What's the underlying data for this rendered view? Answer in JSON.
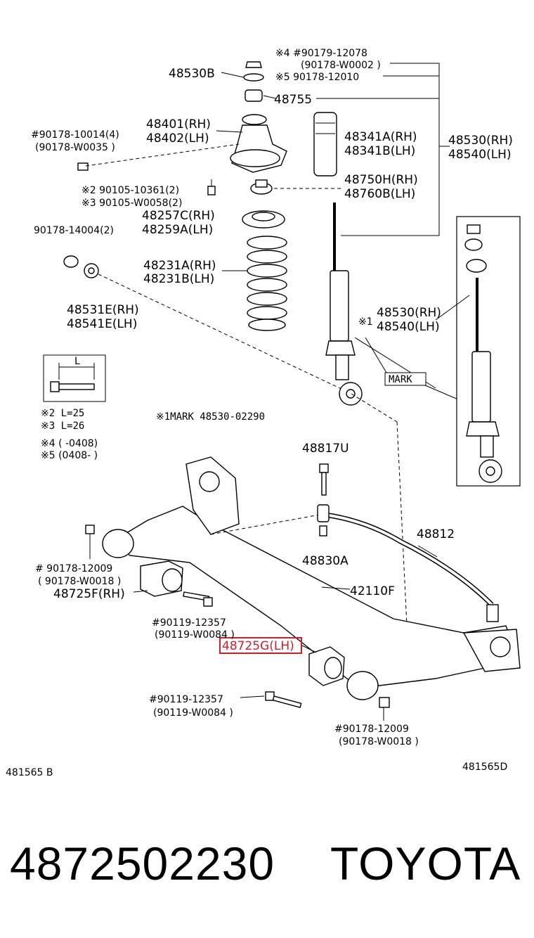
{
  "diagram": {
    "labels": {
      "bolt_top_a": "※4 #90179-12078",
      "bolt_top_b": "(90178-W0002 )",
      "nut_top_c": "※5  90178-12010",
      "p48530B": "48530B",
      "p48755": "48755",
      "p48401": "48401(RH)",
      "p48402": "48402(LH)",
      "p48341A": "48341A(RH)",
      "p48341B": "48341B(LH)",
      "p48530_top": "48530(RH)",
      "p48540_top": "48540(LH)",
      "nut_left_a": "#90178-10014(4)",
      "nut_left_b": "(90178-W0035 )",
      "p48750H": "48750H(RH)",
      "p48760B": "48760B(LH)",
      "bolt_mid_a": "※2 90105-10361(2)",
      "bolt_mid_b": "※3 90105-W0058(2)",
      "p48257C": "48257C(RH)",
      "p48259A": "48259A(LH)",
      "nut_14004": "90178-14004(2)",
      "p48231A": "48231A(RH)",
      "p48231B": "48231B(LH)",
      "p48531E": "48531E(RH)",
      "p48541E": "48541E(LH)",
      "p48530_mid": "48530(RH)",
      "p48540_mid": "48540(LH)",
      "mark1_sym": "※1",
      "mark_box": "MARK",
      "L_symbol": "L",
      "note2": "※2  L=25",
      "note3": "※3  L=26",
      "mark_note": "※1MARK  48530-02290",
      "note4": "※4 (       -0408)",
      "note5": "※5 (0408-       )",
      "p48817U": "48817U",
      "p48812": "48812",
      "p48830A": "48830A",
      "nut_12009_l_a": "# 90178-12009",
      "nut_12009_l_b": "( 90178-W0018 )",
      "p48725F": "48725F(RH)",
      "p42110F": "42110F",
      "bolt_12357_a": "#90119-12357",
      "bolt_12357_b": "(90119-W0084 )",
      "p48725G": "48725G(LH)",
      "bolt_12357_c": "#90119-12357",
      "bolt_12357_d": "(90119-W0084 )",
      "nut_12009_r_a": "#90178-12009",
      "nut_12009_r_b": "(90178-W0018 )",
      "ref_left": "481565  B",
      "ref_right": "481565D"
    },
    "highlight_color": "#d0202a"
  },
  "footer": {
    "part_number": "4872502230",
    "brand": "TOYOTA"
  }
}
